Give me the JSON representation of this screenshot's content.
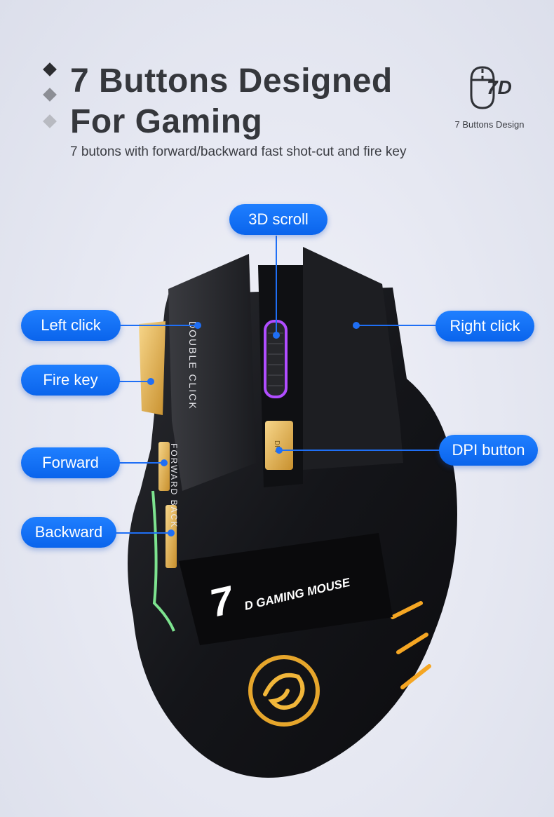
{
  "header": {
    "line1": "7 Buttons Designed",
    "line2": "For Gaming",
    "subtitle": "7 butons with forward/backward fast shot-cut and fire key"
  },
  "badge": {
    "icon_text": "7D",
    "label": "7 Buttons Design",
    "icon": "mouse-7d-icon"
  },
  "callouts": {
    "scroll": "3D scroll",
    "left_click": "Left click",
    "right_click": "Right click",
    "fire_key": "Fire key",
    "dpi": "DPI button",
    "forward": "Forward",
    "backward": "Backward"
  },
  "mouse_labels": {
    "double_click": "DOUBLE CLICK",
    "forward_back": "FORWARD BACK",
    "brand_number": "7",
    "brand_text": "D GAMING MOUSE",
    "dpi_key": "DPI"
  },
  "colors": {
    "accent": "#0a64ec",
    "title": "#35373c",
    "mouse_body": "#141519",
    "rgb_glow": "#f5a623"
  }
}
